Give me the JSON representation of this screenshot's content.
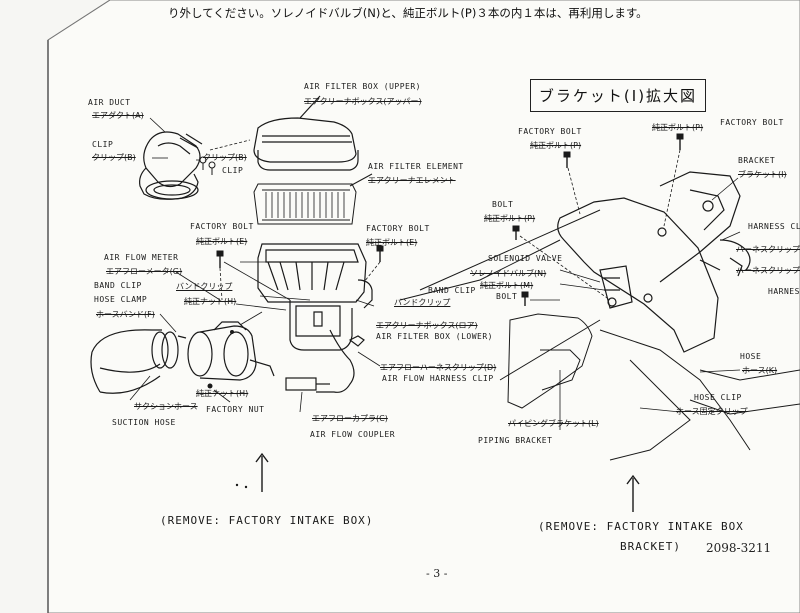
{
  "header_text": "り外してください。ソレノイドバルブ(N)と、純正ボルト(P)３本の内１本は、再利用します。",
  "detail_title": "ブラケット(I)拡大図",
  "labels": {
    "air_duct_en": "AIR DUCT",
    "air_duct_jp": "エアダクト(A)",
    "clip_en": "CLIP",
    "clip_jp": "クリップ(B)",
    "clip_jp2": "クリップ(B)",
    "clip_en2": "CLIP",
    "air_filter_box_upper_en": "AIR FILTER BOX (UPPER)",
    "air_filter_box_upper_jp": "エアクリーナボックス(アッパー)",
    "air_filter_element_en": "AIR FILTER ELEMENT",
    "air_filter_element_jp": "エアクリーナエレメント",
    "factory_bolt_en_1": "FACTORY BOLT",
    "factory_bolt_jp_1": "純正ボルト(E)",
    "factory_bolt_en_2": "FACTORY BOLT",
    "factory_bolt_jp_2": "純正ボルト(E)",
    "air_flow_meter_en": "AIR FLOW METER",
    "air_flow_meter_jp": "エアフローメータ(G)",
    "band_clip_en": "BAND CLIP",
    "band_clip_jp": "バンドクリップ",
    "hose_clamp_en": "HOSE CLAMP",
    "hose_clamp_jp": "ホースバンド(F)",
    "factory_nut_jp_1": "純正ナット(H)",
    "factory_nut_jp_2": "純正ナット(H)",
    "factory_nut_en": "FACTORY NUT",
    "band_clip_en_2": "BAND CLIP",
    "band_clip_jp_2": "バンドクリップ",
    "air_filter_box_lower_jp": "エアクリーナボックス(ロア)",
    "air_filter_box_lower_en": "AIR FILTER BOX (LOWER)",
    "harness_clip_jp": "エアフローハーネスクリップ(D)",
    "harness_clip_en": "AIR FLOW HARNESS CLIP",
    "suction_hose_jp": "サクションホース",
    "suction_hose_en": "SUCTION HOSE",
    "air_flow_coupler_jp": "エアフローカプラ(C)",
    "air_flow_coupler_en": "AIR FLOW COUPLER",
    "factory_bolt_en_3": "FACTORY BOLT",
    "factory_bolt_jp_3": "純正ボルト(P)",
    "factory_bolt_en_4": "FACTORY BOLT",
    "factory_bolt_jp_4": "純正ボルト(P)",
    "bracket_en": "BRACKET",
    "bracket_jp": "ブラケット(I)",
    "bolt_en_1": "BOLT",
    "bolt_jp_1": "純正ボルト(P)",
    "harness_clip_en_2": "HARNESS CLIP",
    "harness_clip_jp_2": "ハーネスクリップ(J)",
    "harness_clip_jp_3": "ハーネスクリップ(J)",
    "harness_en_3": "HARNESS",
    "solenoid_valve_en": "SOLENOID VALVE",
    "solenoid_valve_jp": "ソレノイドバルブ(N)",
    "bolt_jp_2": "純正ボルト(M)",
    "bolt_en_2": "BOLT",
    "hose_en": "HOSE",
    "hose_jp": "ホース(K)",
    "hose_clip_en": "HOSE CLIP",
    "hose_clip_jp": "ホース固定クリップ",
    "piping_bracket_jp": "パイピングブラケット(L)",
    "piping_bracket_en": "PIPING BRACKET"
  },
  "notes": {
    "left": "(REMOVE: FACTORY INTAKE BOX)",
    "right_line1": "(REMOVE: FACTORY INTAKE BOX",
    "right_line2": "BRACKET)"
  },
  "page_number": "- 3 -",
  "doc_code": "2098-3211"
}
